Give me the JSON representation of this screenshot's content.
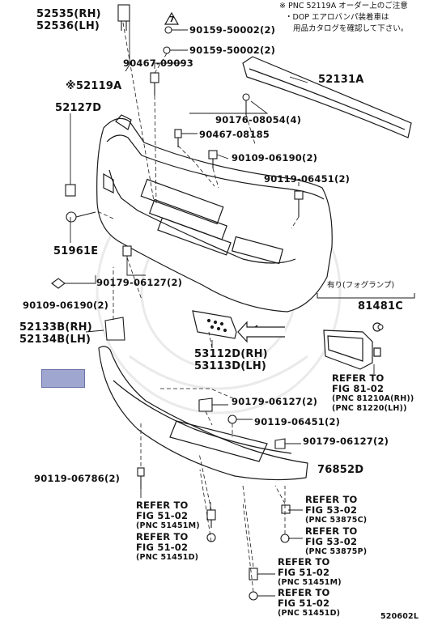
{
  "header_note": {
    "line1": "※ PNC 52119A オーダー上のご注意",
    "line2": "・DOP エアロバンパ装着車は",
    "line3": "用品カタログを確認して下さい。"
  },
  "labels": {
    "p52535": "52535(RH)",
    "p52536": "52536(LH)",
    "warn_mark": "7",
    "p90159_a": "90159-50002(2)",
    "p90159_b": "90159-50002(2)",
    "p90467_a": "90467-09093",
    "p52119a": "※52119A",
    "p52127d": "52127D",
    "p52131a": "52131A",
    "p90176": "90176-08054(4)",
    "p90467_b": "90467-08185",
    "p90109_a": "90109-06190(2)",
    "p90119_a": "90119-06451(2)",
    "p51961e": "51961E",
    "p90179_a": "90179-06127(2)",
    "p90109_b": "90109-06190(2)",
    "fog_note": "有り(フォグランプ)",
    "p81481c": "81481C",
    "p52133b": "52133B(RH)",
    "p52134b": "52134B(LH)",
    "p53112d": "53112D(RH)",
    "p53113d": "53113D(LH)",
    "ref81_1": "REFER TO",
    "ref81_2": "FIG 81-02",
    "ref81_3": "(PNC 81210A(RH))",
    "ref81_4": "(PNC 81220(LH))",
    "p90179_b": "90179-06127(2)",
    "p90119_b": "90119-06451(2)",
    "p90179_c": "90179-06127(2)",
    "p76852d": "76852D",
    "p90119_c": "90119-06786(2)",
    "refA_1": "REFER TO",
    "refA_2": "FIG 51-02",
    "refA_3": "(PNC 51451M)",
    "refB_1": "REFER TO",
    "refB_2": "FIG 51-02",
    "refB_3": "(PNC 51451D)",
    "refC_1": "REFER TO",
    "refC_2": "FIG 53-02",
    "refC_3": "(PNC 53875C)",
    "refD_1": "REFER TO",
    "refD_2": "FIG 53-02",
    "refD_3": "(PNC 53875P)",
    "refE_1": "REFER TO",
    "refE_2": "FIG 51-02",
    "refE_3": "(PNC 51451M)",
    "refF_1": "REFER TO",
    "refF_2": "FIG 51-02",
    "refF_3": "(PNC 51451D)",
    "fig_code": "520602L"
  },
  "colors": {
    "highlight": "#9fa6cf",
    "line": "#1a1a1a"
  }
}
